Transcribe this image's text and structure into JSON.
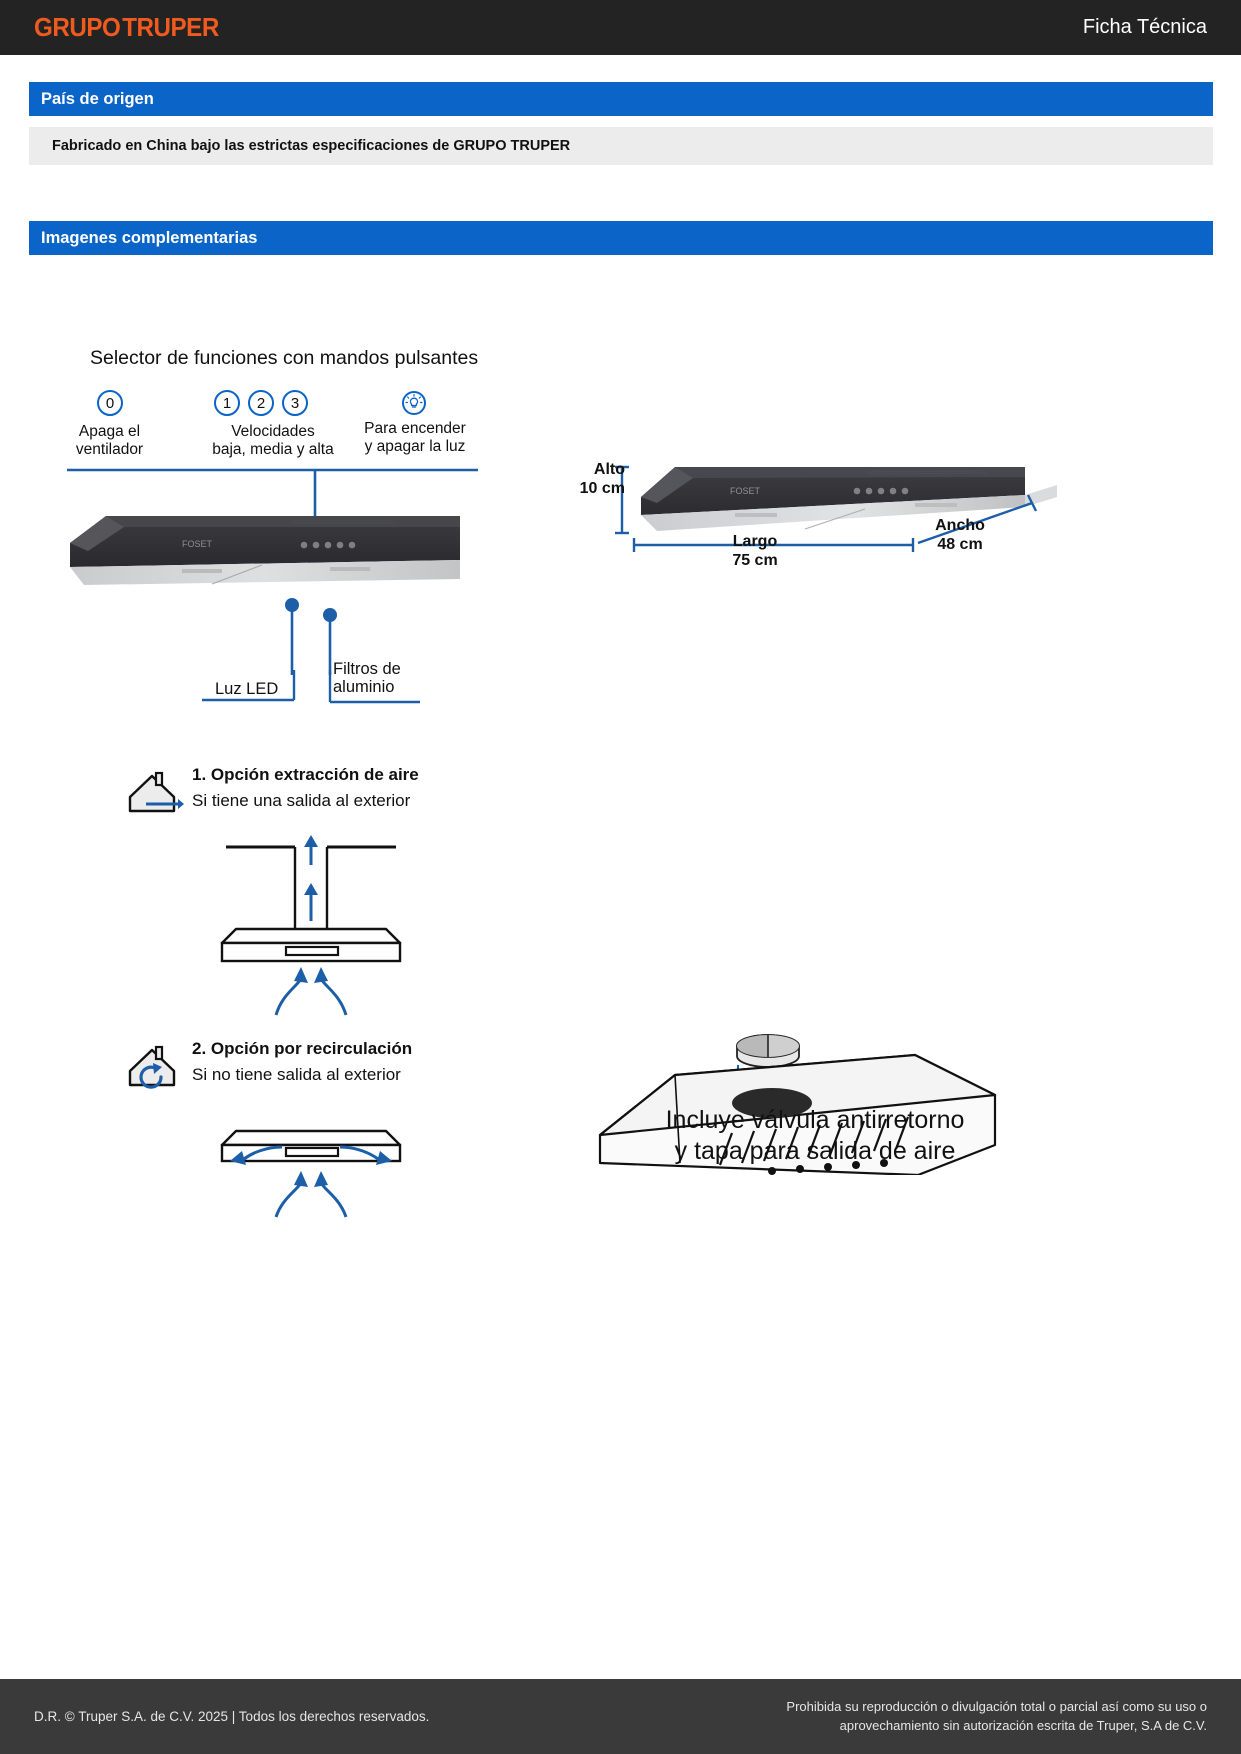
{
  "header": {
    "brand_1": "GRUPO",
    "brand_2": "TRUPER",
    "doc_type": "Ficha Técnica",
    "brand_color": "#ef5a1f",
    "bg_color": "#232323"
  },
  "sections": {
    "origin": {
      "bar_label": "País de origen",
      "body": "Fabricado en China bajo las estrictas especificaciones de GRUPO TRUPER"
    },
    "images": {
      "bar_label": "Imagenes complementarias"
    },
    "accent_color": "#0b64c8"
  },
  "selector": {
    "title": "Selector de funciones con mandos pulsantes",
    "buttons": [
      {
        "glyph": "0",
        "name": "off-button"
      },
      {
        "glyph": "1",
        "name": "speed-1-button"
      },
      {
        "glyph": "2",
        "name": "speed-2-button"
      },
      {
        "glyph": "3",
        "name": "speed-3-button"
      },
      {
        "glyph": "light",
        "name": "light-button"
      }
    ],
    "labels": {
      "off_line1": "Apaga el",
      "off_line2": "ventilador",
      "speed_line1": "Velocidades",
      "speed_line2": "baja, media y alta",
      "light_line1": "Para encender",
      "light_line2": "y apagar la luz"
    },
    "callouts": {
      "led": "Luz LED",
      "filter_line1": "Filtros de",
      "filter_line2": "aluminio"
    },
    "hood_brand": "FOSET"
  },
  "dimensions": {
    "height_label": "Alto",
    "height_value": "10 cm",
    "length_label": "Largo",
    "length_value": "75 cm",
    "width_label": "Ancho",
    "width_value": "48 cm",
    "hood_brand": "FOSET"
  },
  "install_options": [
    {
      "title": "1. Opción extracción de aire",
      "subtitle": "Si tiene una salida al exterior",
      "icon": "house-with-exhaust-arrow-icon"
    },
    {
      "title": "2. Opción por recirculación",
      "subtitle": "Si no tiene salida al exterior",
      "icon": "house-with-recirculation-arrow-icon"
    }
  ],
  "valve": {
    "caption_line1": "Incluye válvula antirretorno",
    "caption_line2": "y tapa para salida de aire"
  },
  "footer": {
    "left": "D.R. © Truper S.A. de C.V. 2025 | Todos los derechos reservados.",
    "right_line1": "Prohibida su reproducción o divulgación total o parcial así como su uso o",
    "right_line2": "aprovechamiento sin autorización escrita de Truper, S.A de C.V.",
    "bg_color": "#3a3a3a"
  }
}
